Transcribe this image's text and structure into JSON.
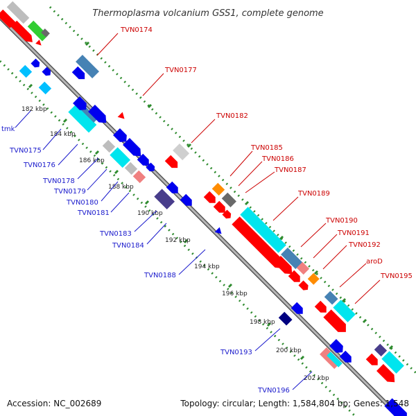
{
  "title": "Thermoplasma volcanium GSS1, complete genome",
  "accession": "Accession: NC_002689",
  "summary": "Topology: circular; Length: 1,584,804 bp; Genes: 1,548",
  "colors": {
    "backbone": "#808080",
    "tick": "#2e8b2e",
    "label_top": "#cc0000",
    "label_bottom": "#1a1acc",
    "gene_red": "#ff0000",
    "gene_blue": "#0000ee",
    "gene_cyan": "#00e5ee",
    "gene_steel": "#4682b4",
    "gene_gray": "#bdbdbd",
    "gene_green": "#32cd32",
    "gene_orange": "#ff8c00",
    "gene_pink": "#f08080",
    "gene_purple": "#483d8b",
    "gene_navy": "#000080",
    "gene_dkgray": "#696969"
  },
  "tick_labels": [
    "182 kbp",
    "184 kbp",
    "186 kbp",
    "188 kbp",
    "190 kbp",
    "192 kbp",
    "194 kbp",
    "196 kbp",
    "198 kbp",
    "200 kbp",
    "202 kbp"
  ],
  "top_labels": [
    "TVN0174",
    "TVN0177",
    "TVN0182",
    "TVN0185",
    "TVN0186",
    "TVN0187",
    "TVN0189",
    "TVN0190",
    "TVN0191",
    "TVN0192",
    "aroD",
    "TVN0195"
  ],
  "bottom_labels": [
    "tmk",
    "TVN0175",
    "TVN0176",
    "TVN0178",
    "TVN0179",
    "TVN0180",
    "TVN0181",
    "TVN0183",
    "TVN0184",
    "TVN0188",
    "TVN0193",
    "TVN0196"
  ]
}
